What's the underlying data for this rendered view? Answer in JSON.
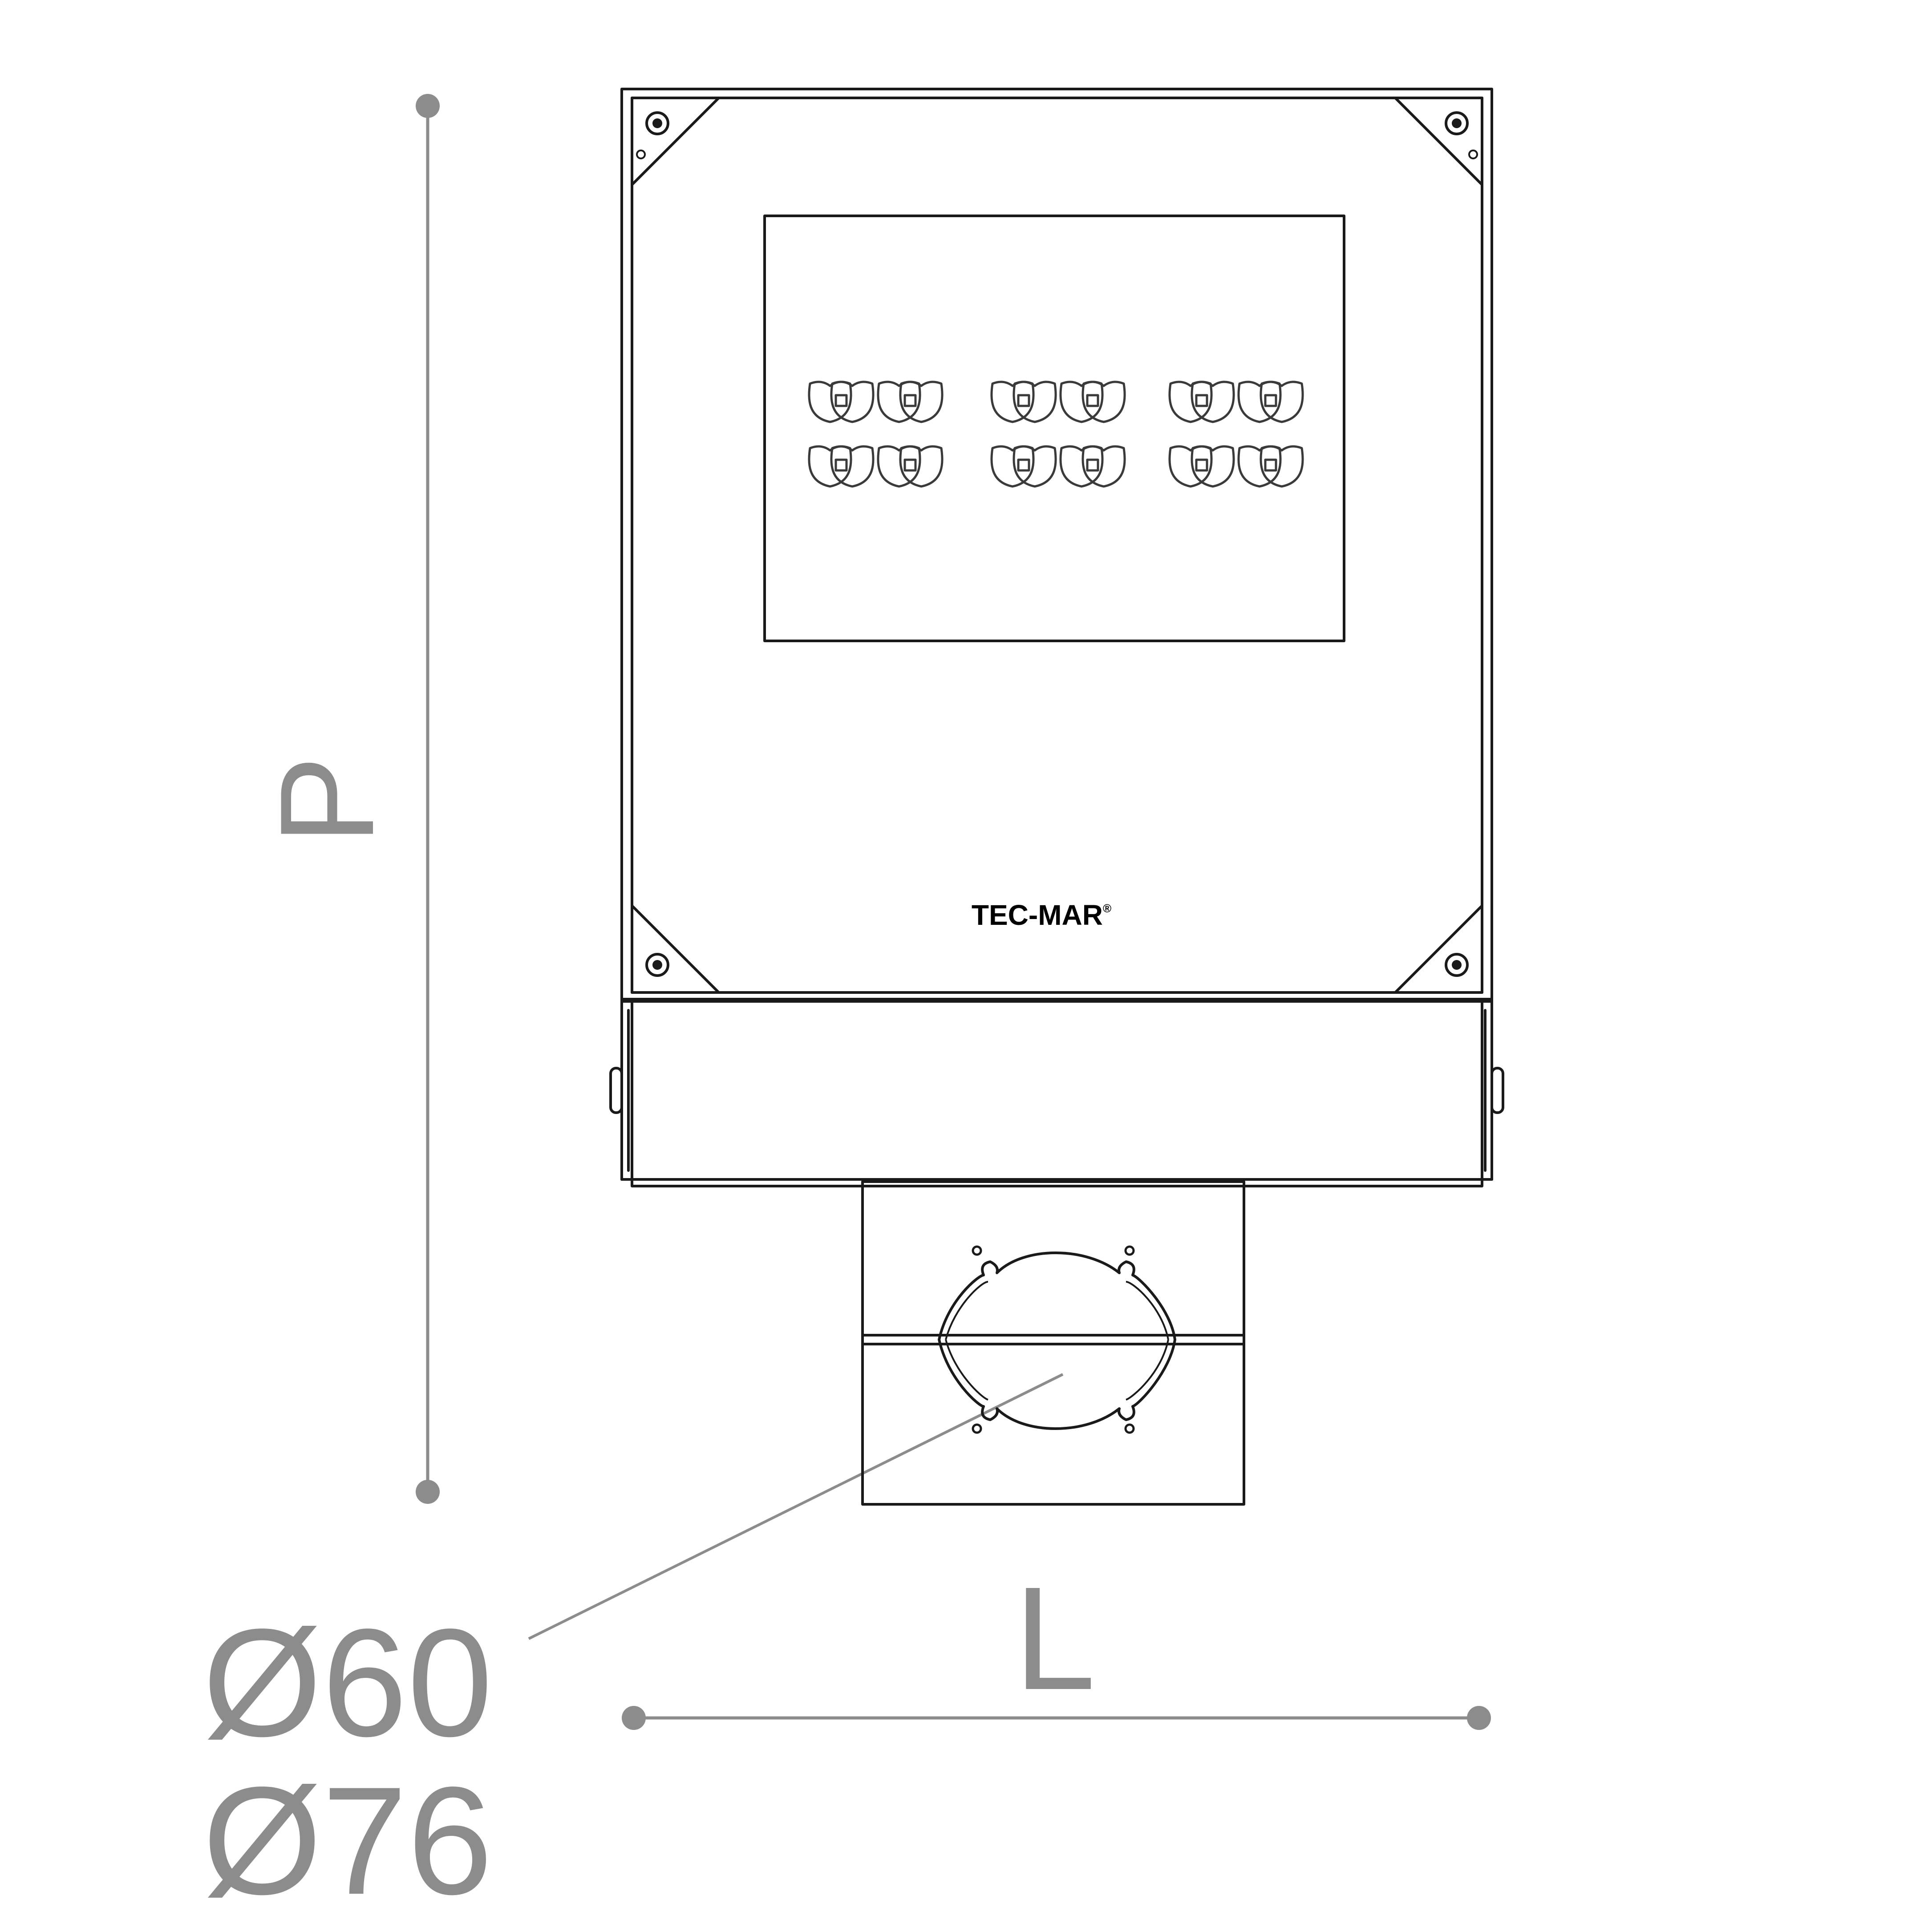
{
  "drawing": {
    "brand": "TEC-MAR",
    "brand_mark": "®",
    "dimension_height_label": "P",
    "dimension_width_label": "L",
    "pole_diameters": [
      "Ø60",
      "Ø76"
    ]
  },
  "colors": {
    "outline": "#1a1a1a",
    "fill": "#ececec",
    "dimension": "#8c8c8c"
  }
}
